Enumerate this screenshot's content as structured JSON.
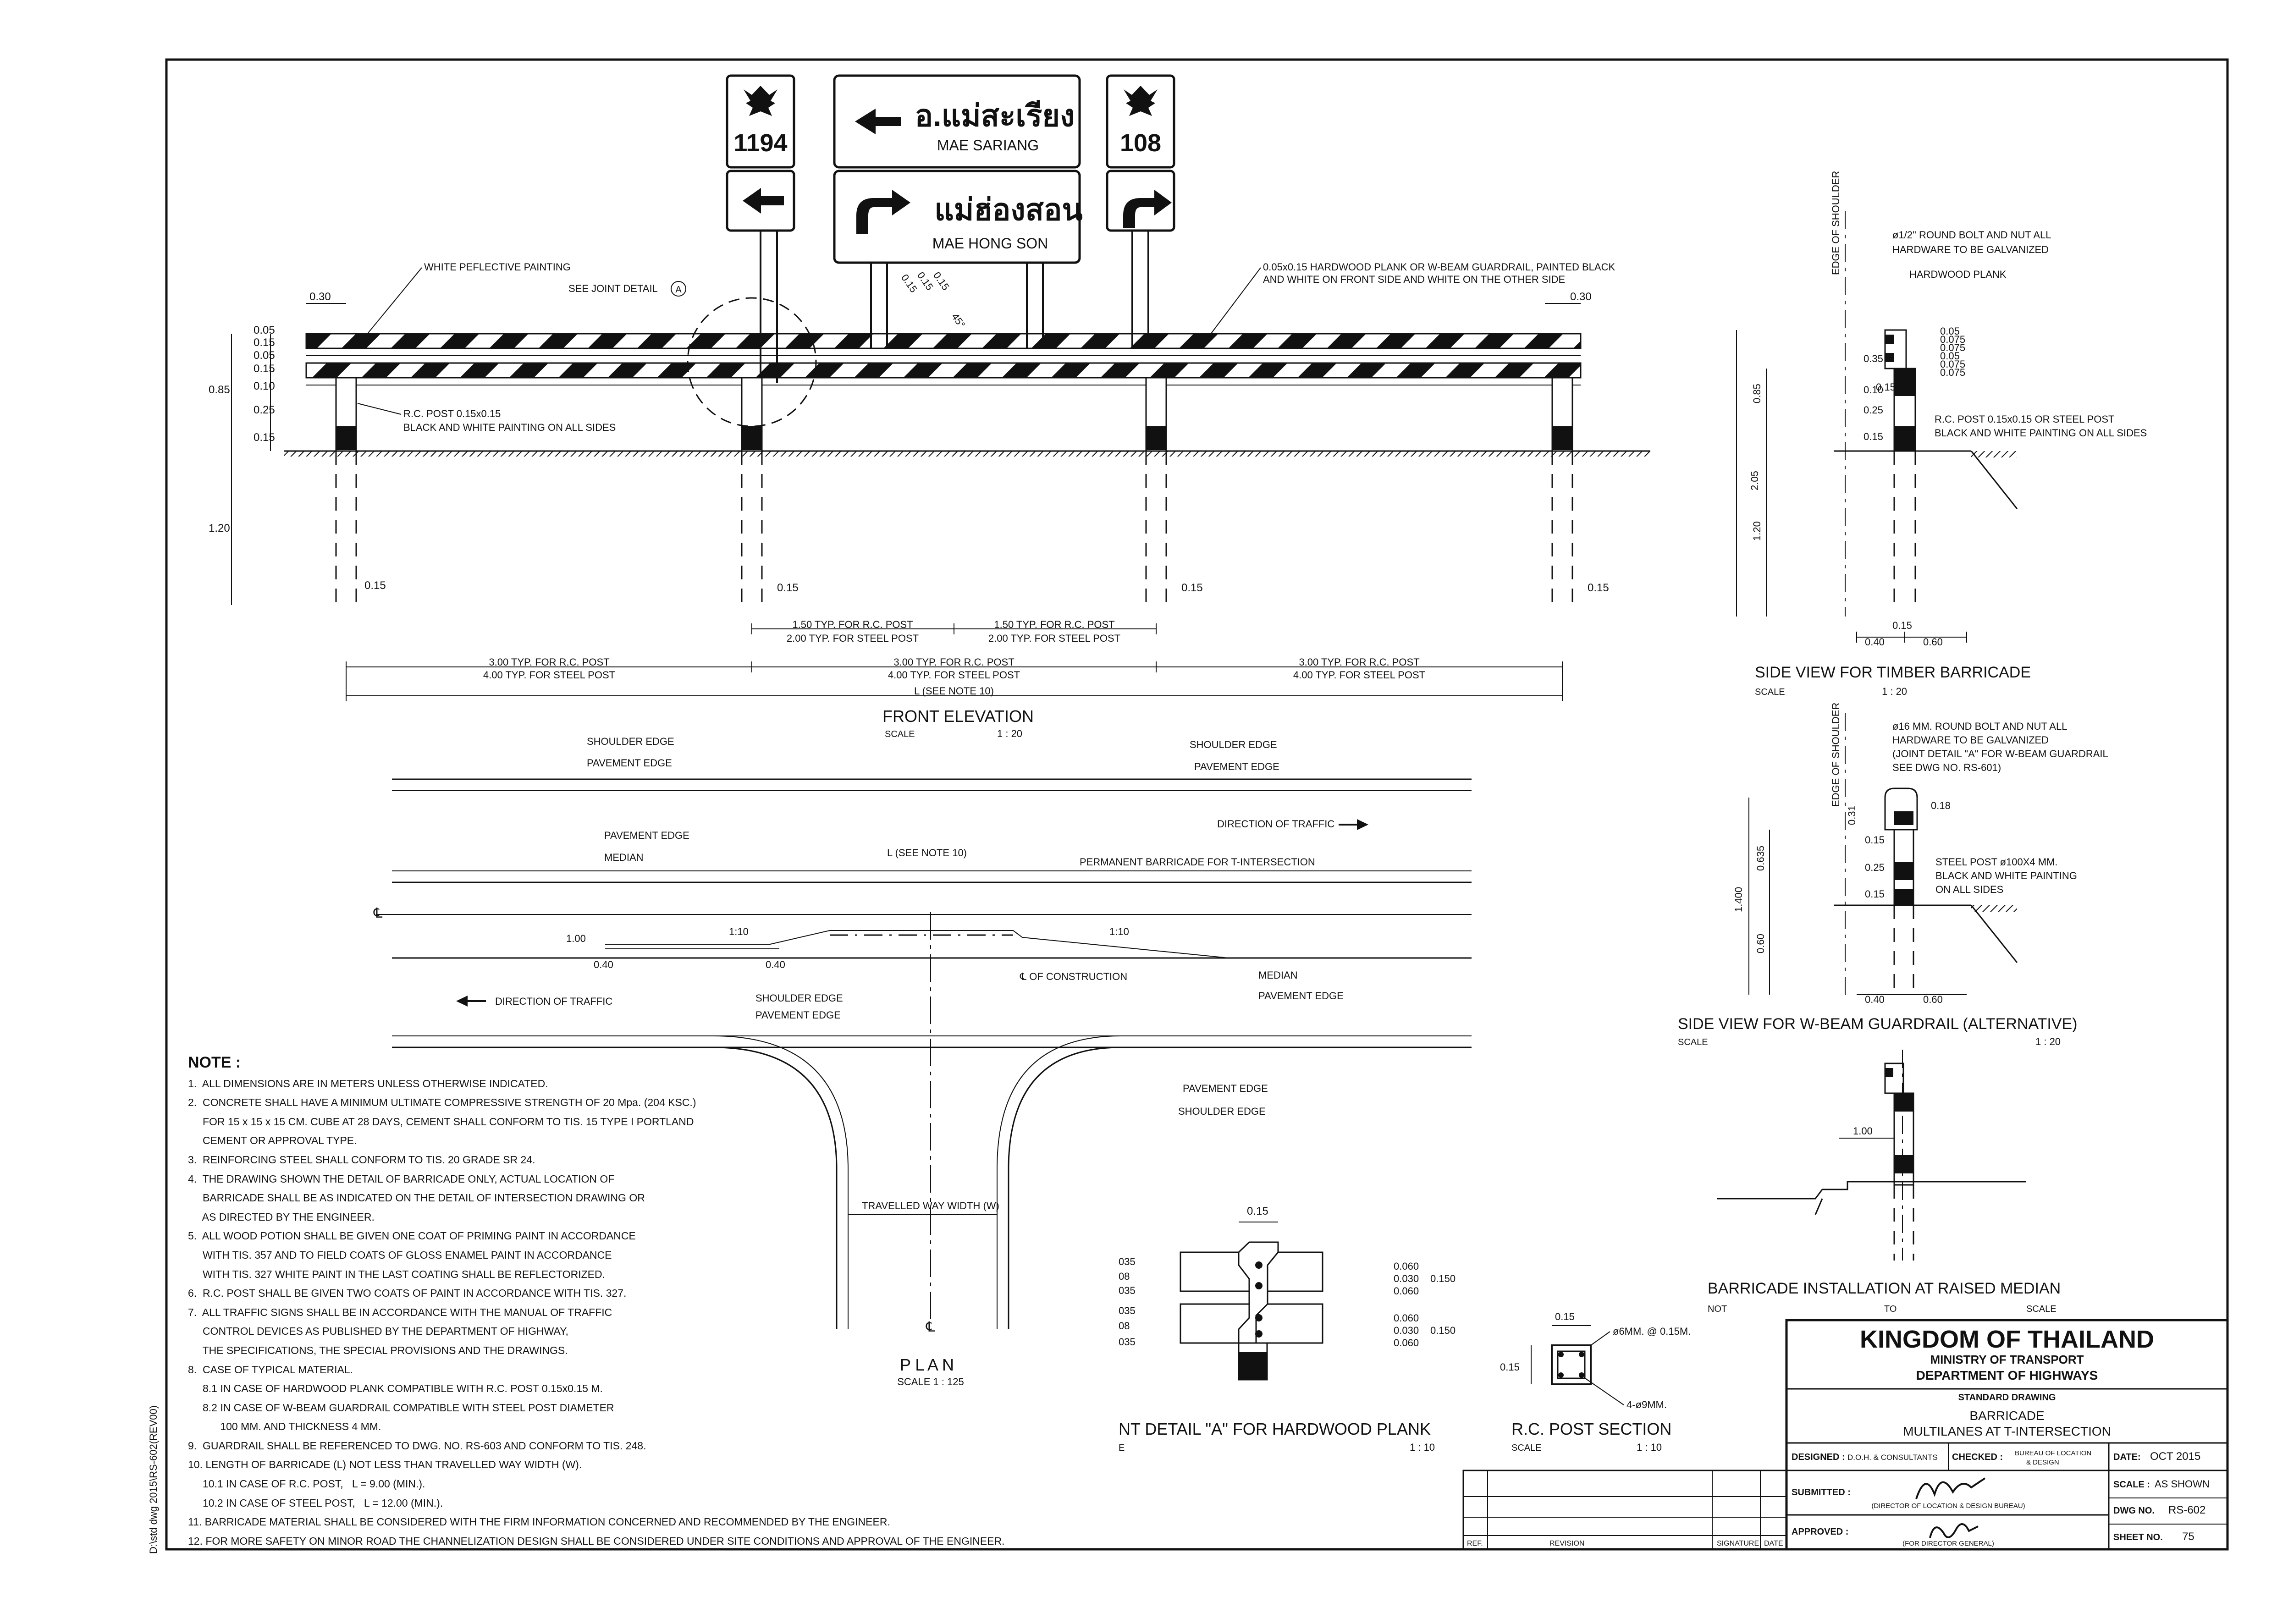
{
  "signs": {
    "route_left": "1194",
    "route_right": "108",
    "top_thai": "อ.แม่สะเรียง",
    "top_en": "MAE SARIANG",
    "bottom_thai": "แม่ฮ่องสอน",
    "bottom_en": "MAE HONG SON"
  },
  "front_elevation": {
    "title": "FRONT ELEVATION",
    "scale_label": "SCALE",
    "scale_value": "1 : 20",
    "white_painting": "WHITE PEFLECTIVE PAINTING",
    "see_joint": "SEE JOINT DETAIL",
    "joint_ref": "A",
    "hardwood_note_1": "0.05x0.15 HARDWOOD PLANK OR W-BEAM GUARDRAIL, PAINTED BLACK",
    "hardwood_note_2": "AND WHITE ON FRONT SIDE AND WHITE ON THE OTHER SIDE",
    "rc_post_1": "R.C. POST 0.15x0.15",
    "rc_post_2": "BLACK AND WHITE PAINTING ON ALL SIDES",
    "dim_030_left": "0.30",
    "dim_030_right": "0.30",
    "dims_stack": [
      "0.05",
      "0.15",
      "0.05",
      "0.15",
      "0.10",
      "0.25",
      "0.15"
    ],
    "dim_085": "0.85",
    "dim_120": "1.20",
    "dim_015": "0.15",
    "diag_dims": [
      "0.15",
      "0.15",
      "0.15",
      "45°"
    ],
    "post_typ_1a": "1.50 TYP. FOR R.C. POST",
    "post_typ_1b": "2.00 TYP. FOR STEEL POST",
    "post_typ_2a": "3.00 TYP. FOR R.C. POST",
    "post_typ_2b": "4.00 TYP. FOR STEEL POST",
    "l_note": "L (SEE NOTE 10)"
  },
  "plan": {
    "title": "P L A N",
    "scale": "SCALE 1 : 125",
    "shoulder_edge": "SHOULDER EDGE",
    "pavement_edge": "PAVEMENT EDGE",
    "median": "MEDIAN",
    "direction": "DIRECTION OF TRAFFIC",
    "l_note": "L (SEE NOTE 10)",
    "permanent": "PERMANENT BARRICADE FOR T-INTERSECTION",
    "construction": "℄ OF CONSTRUCTION",
    "cl": "℄",
    "ratio": "1:10",
    "dim_100": "1.00",
    "dim_040": "0.40",
    "travelled": "TRAVELLED WAY WIDTH (W)"
  },
  "side_timber": {
    "title": "SIDE VIEW FOR TIMBER BARRICADE",
    "scale_label": "SCALE",
    "scale_value": "1 : 20",
    "edge": "EDGE OF SHOULDER",
    "bolt_1": "ø1/2\" ROUND BOLT AND NUT ALL",
    "bolt_2": "HARDWARE TO BE GALVANIZED",
    "hardwood": "HARDWOOD PLANK",
    "small_dims": [
      "0.05",
      "0.075",
      "0.075",
      "0.05",
      "0.075",
      "0.075"
    ],
    "post_1": "R.C. POST 0.15x0.15 OR STEEL POST",
    "post_2": "BLACK AND WHITE PAINTING ON ALL SIDES",
    "dims": [
      "0.35",
      "0.10",
      "0.25",
      "0.15"
    ],
    "dim_015": "0.15",
    "dim_085": "0.85",
    "dim_205": "2.05",
    "dim_120": "1.20",
    "dim_040": "0.40",
    "dim_060": "0.60",
    "dim_015b": "0.15"
  },
  "side_wbeam": {
    "title": "SIDE VIEW FOR W-BEAM GUARDRAIL (ALTERNATIVE)",
    "scale_label": "SCALE",
    "scale_value": "1 : 20",
    "edge": "EDGE OF SHOULDER",
    "bolt_1": "ø16 MM. ROUND BOLT AND NUT ALL",
    "bolt_2": "HARDWARE TO BE GALVANIZED",
    "bolt_3": "(JOINT DETAIL \"A\" FOR W-BEAM GUARDRAIL",
    "bolt_4": "SEE DWG NO. RS-601)",
    "post_1": "STEEL POST ø100X4 MM.",
    "post_2": "BLACK AND WHITE PAINTING",
    "post_3": "ON ALL SIDES",
    "dim_018": "0.18",
    "dim_031": "0.31",
    "dims": [
      "0.15",
      "0.25",
      "0.15"
    ],
    "dim_0635": "0.635",
    "dim_1400": "1.400",
    "dim_060": "0.60",
    "dim_040": "0.40",
    "dim_060b": "0.60"
  },
  "raised_median": {
    "title": "BARRICADE INSTALLATION AT RAISED MEDIAN",
    "not_label": "NOT",
    "to_label": "TO",
    "scale_label": "SCALE",
    "dim_100": "1.00"
  },
  "joint_detail": {
    "title": "NT DETAIL \"A\" FOR HARDWOOD PLANK",
    "scale_label": "E",
    "scale_value": "1 : 10",
    "top_dim": "0.15",
    "left_dims": [
      "035",
      "08",
      "035",
      "035",
      "08",
      "035"
    ],
    "right_dims": [
      "0.060",
      "0.030",
      "0.060",
      "0.060",
      "0.030",
      "0.060"
    ],
    "right_total": "0.150",
    "right_total2": "0.150"
  },
  "rc_section": {
    "title": "R.C. POST SECTION",
    "scale_label": "SCALE",
    "scale_value": "1 : 10",
    "dim_015a": "0.15",
    "dim_015b": "0.15",
    "stirrup": "ø6MM. @ 0.15M.",
    "bars": "4-ø9MM."
  },
  "notes": {
    "title": "NOTE :",
    "lines": [
      "1.  ALL DIMENSIONS ARE IN METERS UNLESS OTHERWISE INDICATED.",
      "2.  CONCRETE SHALL HAVE A MINIMUM ULTIMATE COMPRESSIVE STRENGTH OF 20 Mpa. (204 KSC.)",
      "     FOR 15 x 15 x 15 CM. CUBE AT 28 DAYS, CEMENT SHALL CONFORM TO TIS. 15 TYPE I PORTLAND",
      "     CEMENT OR APPROVAL TYPE.",
      "3.  REINFORCING STEEL SHALL CONFORM TO TIS. 20 GRADE SR 24.",
      "4.  THE DRAWING SHOWN THE DETAIL OF BARRICADE ONLY, ACTUAL LOCATION OF",
      "     BARRICADE SHALL BE AS INDICATED ON THE DETAIL OF INTERSECTION DRAWING OR",
      "     AS DIRECTED BY THE ENGINEER.",
      "5.  ALL WOOD POTION SHALL BE GIVEN ONE COAT OF PRIMING PAINT IN ACCORDANCE",
      "     WITH TIS. 357 AND TO FIELD COATS OF GLOSS ENAMEL PAINT IN ACCORDANCE",
      "     WITH TIS. 327 WHITE PAINT IN THE LAST COATING SHALL BE REFLECTORIZED.",
      "6.  R.C. POST SHALL BE GIVEN TWO COATS OF PAINT IN ACCORDANCE WITH TIS. 327.",
      "7.  ALL TRAFFIC SIGNS SHALL BE IN ACCORDANCE WITH THE MANUAL OF TRAFFIC",
      "     CONTROL DEVICES AS PUBLISHED BY THE DEPARTMENT OF HIGHWAY,",
      "     THE SPECIFICATIONS, THE SPECIAL PROVISIONS AND THE DRAWINGS.",
      "8.  CASE OF TYPICAL MATERIAL.",
      "     8.1 IN CASE OF HARDWOOD PLANK COMPATIBLE WITH R.C. POST 0.15x0.15 M.",
      "     8.2 IN CASE OF W-BEAM GUARDRAIL COMPATIBLE WITH STEEL POST DIAMETER",
      "           100 MM. AND THICKNESS 4 MM.",
      "9.  GUARDRAIL SHALL BE REFERENCED TO DWG. NO. RS-603 AND CONFORM TO TIS. 248.",
      "10. LENGTH OF BARRICADE (L) NOT LESS THAN TRAVELLED WAY WIDTH (W).",
      "     10.1 IN CASE OF R.C. POST,   L = 9.00 (MIN.).",
      "     10.2 IN CASE OF STEEL POST,   L = 12.00 (MIN.).",
      "11. BARRICADE MATERIAL SHALL BE CONSIDERED WITH THE FIRM INFORMATION CONCERNED AND RECOMMENDED BY THE ENGINEER.",
      "12. FOR MORE SAFETY ON MINOR ROAD THE CHANNELIZATION DESIGN SHALL BE CONSIDERED UNDER SITE CONDITIONS AND APPROVAL OF THE ENGINEER."
    ]
  },
  "title_block": {
    "kingdom": "KINGDOM OF THAILAND",
    "ministry": "MINISTRY OF TRANSPORT",
    "department": "DEPARTMENT OF HIGHWAYS",
    "standard": "STANDARD DRAWING",
    "barricade": "BARRICADE",
    "multilanes": "MULTILANES AT T-INTERSECTION",
    "designed_label": "DESIGNED :",
    "designed_value": "D.O.H. & CONSULTANTS",
    "checked_label": "CHECKED :",
    "checked_value_1": "BUREAU OF LOCATION",
    "checked_value_2": "& DESIGN",
    "submitted_label": "SUBMITTED :",
    "submitted_by": "(DIRECTOR OF LOCATION & DESIGN BUREAU)",
    "approved_label": "APPROVED :",
    "approved_by": "(FOR DIRECTOR GENERAL)",
    "date_label": "DATE:",
    "date_value": "OCT 2015",
    "scale_label": "SCALE :",
    "scale_value": "AS SHOWN",
    "dwg_label": "DWG NO.",
    "dwg_value": "RS-602",
    "sheet_label": "SHEET NO.",
    "sheet_value": "75"
  },
  "revision_block": {
    "ref": "REF.",
    "revision": "REVISION",
    "signature": "SIGNATURE",
    "date": "DATE"
  },
  "margin_path": "D:\\std dwg 2015\\RS-602(REV00)"
}
